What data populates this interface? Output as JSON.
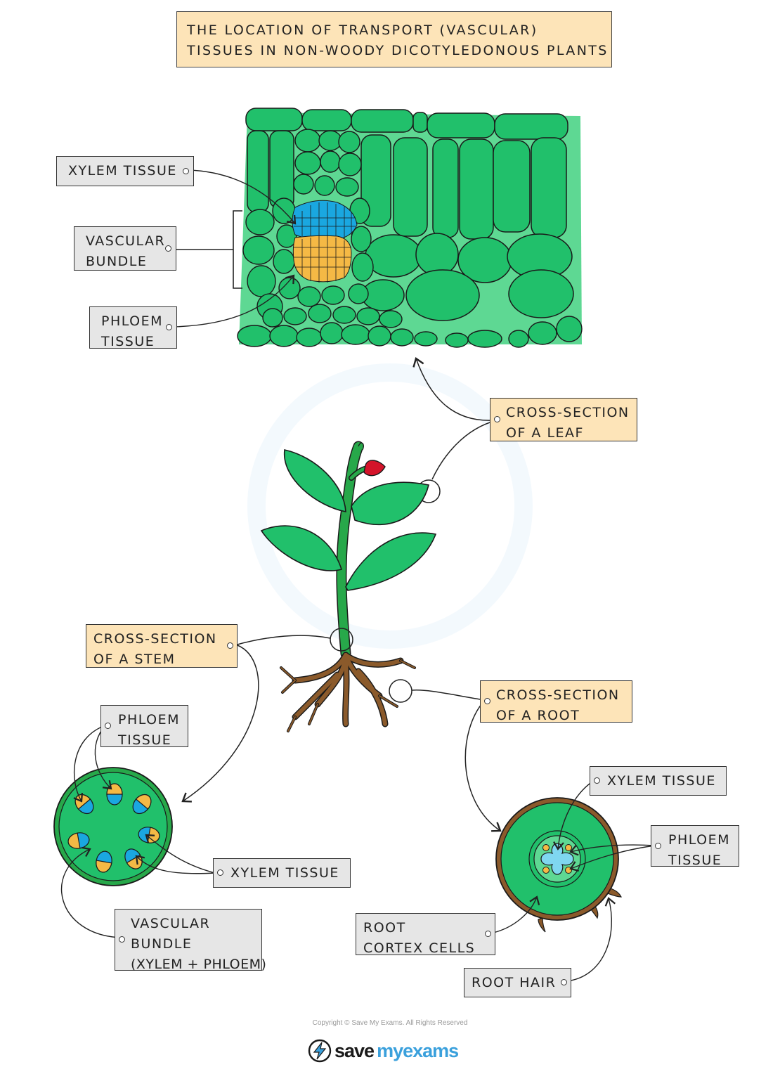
{
  "title": {
    "line1": "THE   LOCATION   OF   TRANSPORT   (VASCULAR)",
    "line2": "TISSUES   IN   NON-WOODY   DICOTYLEDONOUS   PLANTS"
  },
  "leaf_labels": {
    "xylem": "XYLEM  TISSUE",
    "vascular_line1": "VASCULAR",
    "vascular_line2": "BUNDLE",
    "phloem_line1": "PHLOEM",
    "phloem_line2": "TISSUE"
  },
  "callouts": {
    "leaf_line1": "CROSS-SECTION",
    "leaf_line2": "OF  A  LEAF",
    "stem_line1": "CROSS-SECTION",
    "stem_line2": "OF  A  STEM",
    "root_line1": "CROSS-SECTION",
    "root_line2": "OF  A  ROOT"
  },
  "stem_labels": {
    "phloem_line1": "PHLOEM",
    "phloem_line2": "TISSUE",
    "xylem": "XYLEM  TISSUE",
    "vascular_line1": "VASCULAR",
    "vascular_line2": "BUNDLE",
    "vascular_line3": "(XYLEM + PHLOEM)"
  },
  "root_labels": {
    "xylem": "XYLEM  TISSUE",
    "phloem_line1": "PHLOEM",
    "phloem_line2": "TISSUE",
    "cortex_line1": "ROOT",
    "cortex_line2": "CORTEX   CELLS",
    "root_hair": "ROOT   HAIR"
  },
  "footer": {
    "copyright": "Copyright © Save My Exams. All Rights Reserved",
    "brand_save": "save",
    "brand_my": "my",
    "brand_exams": "exams"
  },
  "colors": {
    "leaf_green": "#21c06b",
    "leaf_bg": "#5ed893",
    "xylem_blue": "#1aa7e0",
    "phloem_orange": "#f5b945",
    "root_brown": "#8b5a2b",
    "stem_green": "#27a84a",
    "root_core_blue": "#7fd7f0",
    "flower_red": "#d4142a",
    "tag_grey": "#e6e6e6",
    "tag_peach": "#fde4b8",
    "brand_blue": "#3aa0dc"
  },
  "icons": [
    "lightning-bolt-logo-icon"
  ]
}
